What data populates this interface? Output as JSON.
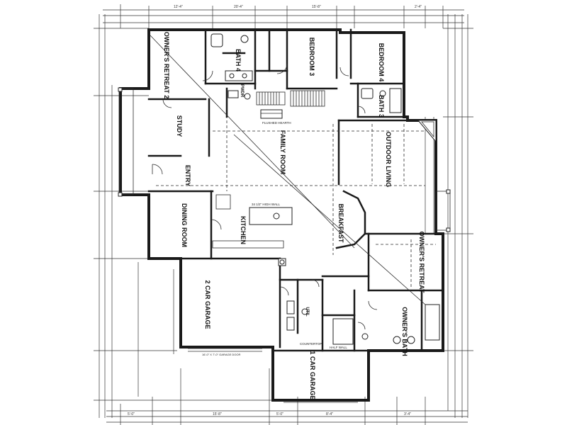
{
  "plan": {
    "rooms": {
      "owners_retreat_2": "OWNER'S RETREAT 2",
      "bath_4": "BATH 4",
      "bedroom_3": "BEDROOM 3",
      "bedroom_4": "BEDROOM 4",
      "bath_3": "BATH 3",
      "study": "STUDY",
      "entry": "ENTRY",
      "dining_room": "DINING ROOM",
      "family_room": "FAMILY ROOM",
      "outdoor_living": "OUTDOOR LIVING",
      "kitchen": "KITCHEN",
      "breakfast": "BREAKFAST",
      "owners_retreat": "OWNER'S RETREAT",
      "two_car_garage": "2 CAR GARAGE",
      "one_car_garage": "1 CAR GARAGE",
      "owners_bath": "OWNER'S BATH",
      "util": "UTIL",
      "powder": "PWDR"
    },
    "notes": {
      "flushed_hearth": "FLUSHED HEARTH",
      "high_wall": "34 1/2\" HIGH WALL",
      "garage_door": "16'-0\" X 7'-0\" GARAGE DOOR",
      "countertop": "COUNTERTOP",
      "half_wall": "HALF WALL"
    },
    "dims": {
      "top": [
        "12'-4\"",
        "20'-4\"",
        "15'-8\"",
        "2'-4\""
      ],
      "bottom": [
        "5'-0\"",
        "15'-8\"",
        "5'-0\"",
        "8'-4\"",
        "3'-4\""
      ]
    }
  }
}
